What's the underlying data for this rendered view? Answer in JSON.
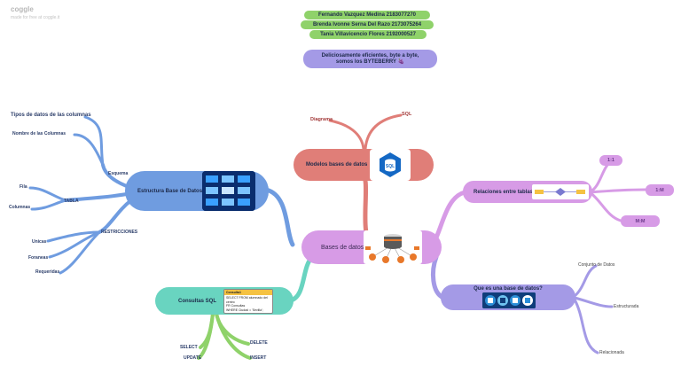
{
  "watermark": {
    "brand": "coggle",
    "sub": "made for free at coggle.it"
  },
  "authors": [
    "Fernando Vazquez Medina 2183077270",
    "Brenda Ivonne Serna Del Razo 2173075264",
    "Tania Villavicencio Flores 2192000527"
  ],
  "motto": {
    "line1": "Deliciosamente eficientes, byte a byte,",
    "line2": "somos los BYTEBERRY 🍇"
  },
  "center": {
    "label": "Bases de datos"
  },
  "modelos": {
    "label": "Modelos bases de datos",
    "children": [
      "Diagrama",
      "SQL"
    ]
  },
  "estructura": {
    "label": "Estructura Base de Datos",
    "tipos": "Tipos de datos de las columnas",
    "nombre": "Nombre de las Columnas",
    "esquema": "Esquema",
    "tabla": "TABLA",
    "fila": "Fila",
    "columnas": "Columnas",
    "restricciones": "RESTRICCIONES",
    "unicas": "Unicas",
    "foraneas": "Foraneas",
    "requeridas": "Requeridas"
  },
  "consultas": {
    "label": "Consultas SQL",
    "select": "SELECT",
    "update": "UPDATE",
    "delete": "DELETE",
    "insert": "INSERT",
    "thumb_title": "Consulta1",
    "thumb_lines": [
      "SELECT FROM alumnado del centro",
      "FR Consultas",
      "WHERE Ciudad = 'Sevilla';"
    ]
  },
  "relaciones": {
    "label": "Relaciones entre tablas",
    "r11": "1:1",
    "r1m": "1:M",
    "rmm": "M:M"
  },
  "que_es": {
    "label": "Que es una base de datos?",
    "c1": "Conjunto de Datos",
    "c2": "Estructurada",
    "c3": "Relacionada"
  },
  "colors": {
    "blue": "#6f9ce0",
    "red": "#e07e78",
    "purple": "#d79be6",
    "teal": "#69d4c0",
    "lavender": "#a49ae6",
    "green": "#8fd26a"
  }
}
